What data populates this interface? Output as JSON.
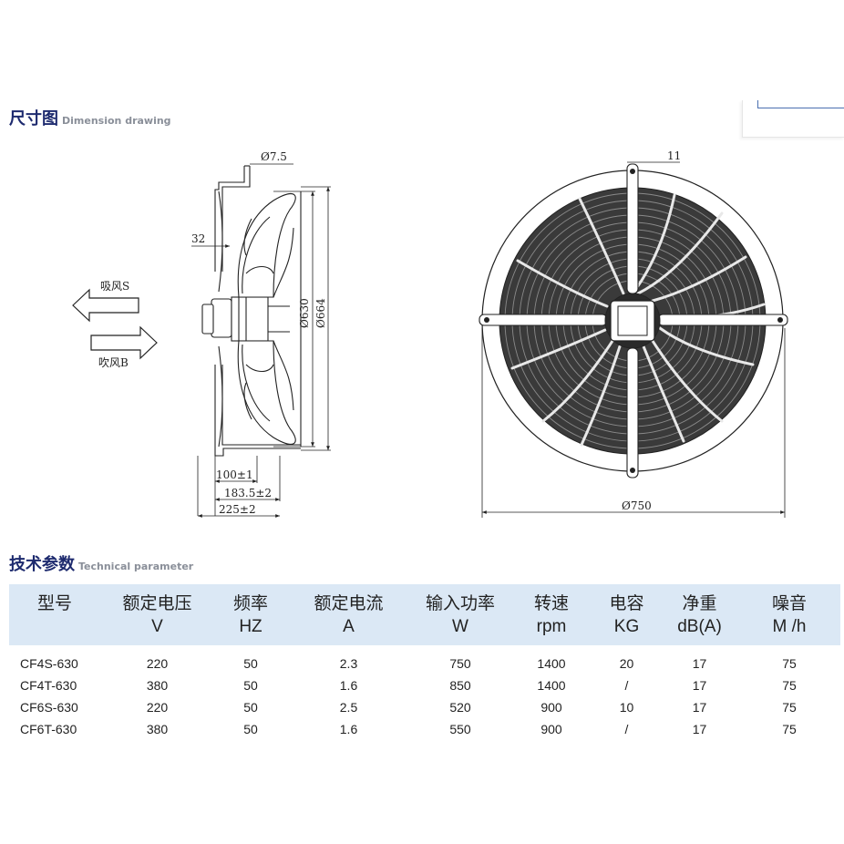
{
  "dimension_section": {
    "title_cn": "尺寸图",
    "title_en": "Dimension drawing"
  },
  "side_view": {
    "dim_hole": "Ø7.5",
    "dim_32": "32",
    "label_suction": "吸风S",
    "label_blow": "吹风B",
    "dim_630": "Ø630",
    "dim_664": "Ø664",
    "dim_100": "100±1",
    "dim_183": "183.5±2",
    "dim_225": "225±2"
  },
  "front_view": {
    "dim_11": "11",
    "dim_750": "Ø750"
  },
  "parameter_section": {
    "title_cn": "技术参数",
    "title_en": "Technical parameter"
  },
  "table": {
    "headers": [
      {
        "cn": "型号",
        "unit": ""
      },
      {
        "cn": "额定电压",
        "unit": "V"
      },
      {
        "cn": "频率",
        "unit": "HZ"
      },
      {
        "cn": "额定电流",
        "unit": "A"
      },
      {
        "cn": "输入功率",
        "unit": "W"
      },
      {
        "cn": "转速",
        "unit": "rpm"
      },
      {
        "cn": "电容",
        "unit": "KG"
      },
      {
        "cn": "净重",
        "unit": "dB(A)"
      },
      {
        "cn": "噪音",
        "unit": "M /h"
      }
    ],
    "rows": [
      [
        "CF4S-630",
        "220",
        "50",
        "2.3",
        "750",
        "1400",
        "20",
        "17",
        "75"
      ],
      [
        "CF4T-630",
        "380",
        "50",
        "1.6",
        "850",
        "1400",
        "/",
        "17",
        "75"
      ],
      [
        "CF6S-630",
        "220",
        "50",
        "2.5",
        "520",
        "900",
        "10",
        "17",
        "75"
      ],
      [
        "CF6T-630",
        "380",
        "50",
        "1.6",
        "550",
        "900",
        "/",
        "17",
        "75"
      ]
    ]
  }
}
